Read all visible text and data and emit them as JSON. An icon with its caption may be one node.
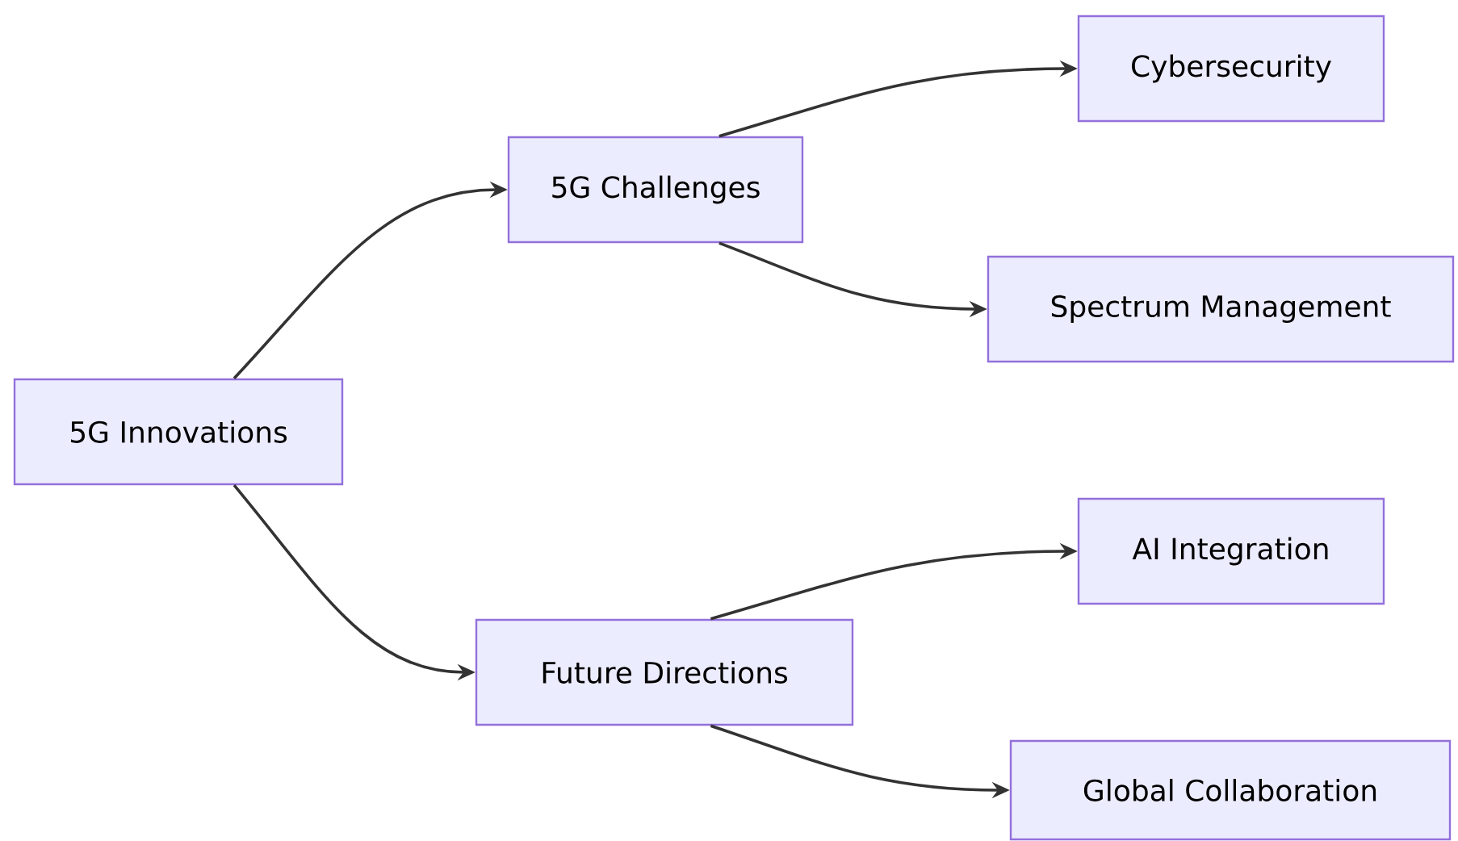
{
  "diagram": {
    "nodes": [
      {
        "text": [
          "5G Innovations"
        ]
      },
      {
        "text": [
          "5G Challenges"
        ]
      },
      {
        "text": [
          "Future Directions"
        ]
      },
      {
        "text": [
          "Cybersecurity"
        ]
      },
      {
        "text": [
          "Spectrum Management"
        ]
      },
      {
        "text": [
          "AI Integration"
        ]
      },
      {
        "text": [
          "Global Collaboration"
        ]
      }
    ],
    "edges": [
      {
        "from": 0,
        "to": 1,
        "arrow": "to"
      },
      {
        "from": 0,
        "to": 2,
        "arrow": "to"
      },
      {
        "from": 1,
        "to": 3,
        "arrow": "to"
      },
      {
        "from": 1,
        "to": 4,
        "arrow": "to"
      },
      {
        "from": 2,
        "to": 5,
        "arrow": "to"
      },
      {
        "from": 2,
        "to": 6,
        "arrow": "to"
      }
    ]
  }
}
